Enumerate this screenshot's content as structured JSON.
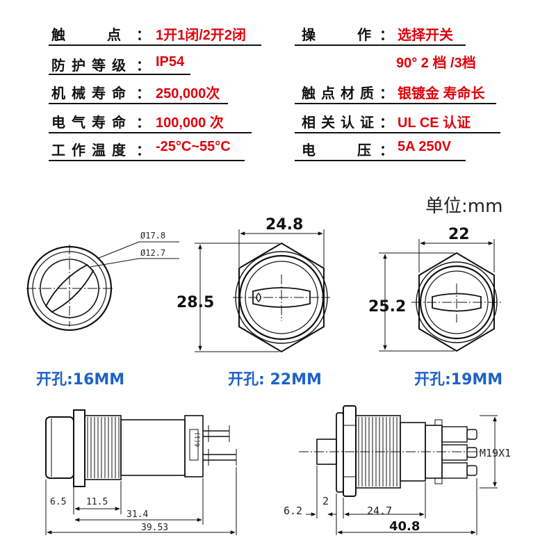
{
  "specs": {
    "left": [
      {
        "label": "触　　　点",
        "value": "1开1闭/2开2闭"
      },
      {
        "label": "防护等级",
        "value": "IP54"
      },
      {
        "label": "机械寿命",
        "value": "250,000次"
      },
      {
        "label": "电气寿命",
        "value": "100,000 次"
      },
      {
        "label": "工作温度",
        "value": "-25°C~55°C"
      }
    ],
    "right": [
      {
        "label": "操　　　作",
        "value": "选择开关"
      },
      {
        "label": "",
        "value": "90° 2 档 /3档"
      },
      {
        "label": "触点材质",
        "value": "银镀金 寿命长"
      },
      {
        "label": "相关认证",
        "value": "UL CE 认证"
      },
      {
        "label": "电　　　压",
        "value": "5A 250V"
      }
    ],
    "colon": "："
  },
  "unit_label": "单位:mm",
  "front_views": {
    "view1": {
      "dia_outer": "Ø17.8",
      "dia_inner": "Ø12.7",
      "hole": "开孔:16MM"
    },
    "view2": {
      "width": "24.8",
      "height": "28.5",
      "hole": "开孔: 22MM"
    },
    "view3": {
      "width": "22",
      "height": "25.2",
      "hole": "开孔:19MM"
    }
  },
  "side_views": {
    "left": {
      "d1": "6.5",
      "d2": "11.5",
      "d3": "31.4",
      "d4": "39.53",
      "marking": "6(1)"
    },
    "right": {
      "d1": "6.2",
      "d2": "2",
      "d3": "24.7",
      "d4": "40.8",
      "thread": "M19X1"
    }
  },
  "colors": {
    "value_red": "#e0000a",
    "hole_blue": "#1d62c7"
  }
}
